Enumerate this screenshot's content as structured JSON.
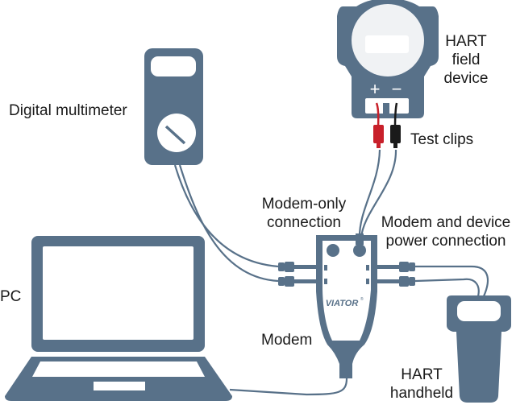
{
  "colors": {
    "device": "#587189",
    "screen": "#ffffff",
    "gauge_face": "#f0f2f4",
    "cable": "#587189",
    "red_clip": "#c8202a",
    "black_clip": "#1a1a1a",
    "text": "#1a1a1a"
  },
  "labels": {
    "field_device": [
      "HART",
      "field",
      "device"
    ],
    "multimeter": "Digital multimeter",
    "test_clips": "Test clips",
    "modem_only": [
      "Modem-only",
      "connection"
    ],
    "modem_power": [
      "Modem and device",
      "power connection"
    ],
    "pc": "PC",
    "modem": "Modem",
    "handheld": [
      "HART",
      "handheld"
    ],
    "terminal_plus": "+",
    "terminal_minus": "−",
    "brand": "VIATOR",
    "brand_mark": "®"
  }
}
